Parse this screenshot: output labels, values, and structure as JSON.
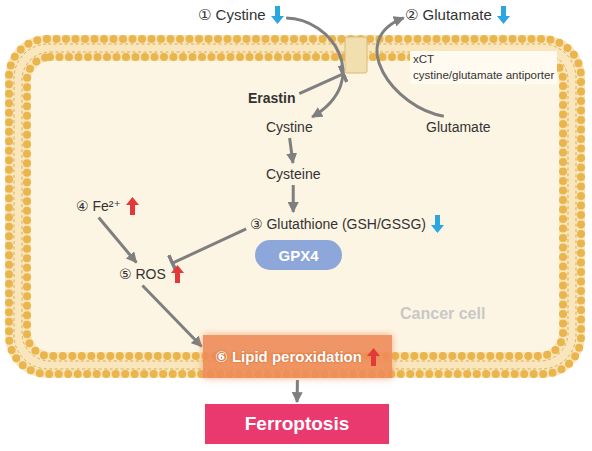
{
  "diagram": {
    "nodes": [
      {
        "text": [
          "Cancer cell"
        ]
      },
      {
        "text": [
          "① Cystine"
        ]
      },
      {
        "text": [
          "② Glutamate"
        ]
      },
      {
        "text": [
          "xCT",
          "cystine/glutamate antiporter"
        ],
        "in": 0
      },
      {
        "text": [
          "Erastin"
        ],
        "in": 0
      },
      {
        "text": [
          "Cystine"
        ],
        "in": 0
      },
      {
        "text": [
          "Glutamate"
        ],
        "in": 0
      },
      {
        "text": [
          "Cysteine"
        ],
        "in": 0
      },
      {
        "text": [
          "③ Glutathione (GSH/GSSG)"
        ],
        "in": 0
      },
      {
        "text": [
          "GPX4"
        ],
        "in": 0
      },
      {
        "text": [
          "④ Fe²⁺"
        ],
        "in": 0
      },
      {
        "text": [
          "⑤ ROS"
        ],
        "in": 0
      },
      {
        "text": [
          "⑥ Lipid peroxidation"
        ],
        "in": 0
      },
      {
        "text": [
          "Ferroptosis"
        ]
      }
    ],
    "edges": [
      {
        "from": 1,
        "to": 5,
        "arrow": "to"
      },
      {
        "from": 6,
        "to": 2,
        "arrow": "to"
      },
      {
        "from": 4,
        "to": 3,
        "arrow": "to"
      },
      {
        "from": 5,
        "to": 7,
        "arrow": "to"
      },
      {
        "from": 7,
        "to": 8,
        "arrow": "to"
      },
      {
        "from": 8,
        "to": 11,
        "arrow": "to"
      },
      {
        "from": 10,
        "to": 11,
        "arrow": "to"
      },
      {
        "from": 11,
        "to": 12,
        "arrow": "to"
      },
      {
        "from": 12,
        "to": 13,
        "arrow": "to"
      }
    ]
  }
}
